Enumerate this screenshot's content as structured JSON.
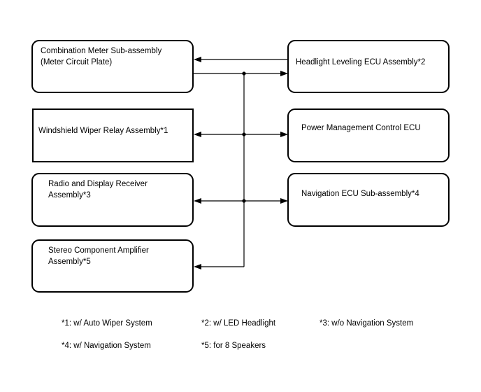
{
  "colors": {
    "line": "#000000",
    "box_border": "#000000",
    "text": "#000000",
    "background": "#ffffff"
  },
  "boxes": [
    {
      "id": "combination-meter",
      "label": "Combination Meter Sub-assembly\n(Meter Circuit Plate)"
    },
    {
      "id": "wiper-relay",
      "label": "Windshield Wiper Relay Assembly*1"
    },
    {
      "id": "radio-display-receiver",
      "label": "Radio and Display Receiver\nAssembly*3"
    },
    {
      "id": "stereo-amplifier",
      "label": "Stereo Component Amplifier\nAssembly*5"
    },
    {
      "id": "headlight-leveling-ecu",
      "label": "Headlight Leveling ECU Assembly*2"
    },
    {
      "id": "power-management-ecu",
      "label": "Power Management Control ECU"
    },
    {
      "id": "navigation-ecu",
      "label": "Navigation ECU Sub-assembly*4"
    }
  ],
  "footnotes": [
    "*1: w/ Auto Wiper System",
    "*2: w/ LED Headlight",
    "*3: w/o Navigation System",
    "*4: w/ Navigation System",
    "*5: for 8 Speakers"
  ]
}
